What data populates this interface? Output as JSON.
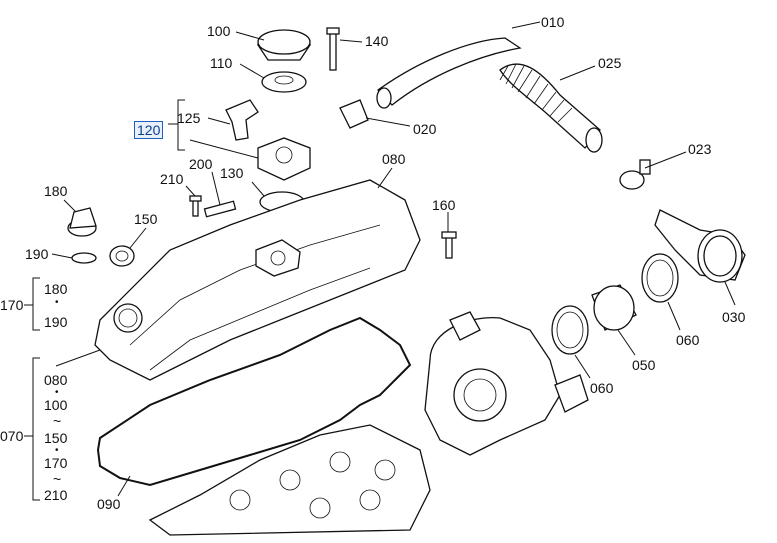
{
  "diagram": {
    "highlight_color": "#1f5fbf",
    "callouts": {
      "p010": "010",
      "p025": "025",
      "p023": "023",
      "p030": "030",
      "p060a": "060",
      "p060b": "060",
      "p050": "050",
      "p020": "020",
      "p140": "140",
      "p100": "100",
      "p110": "110",
      "p120": "120",
      "p125": "125",
      "p130": "130",
      "p200": "200",
      "p210": "210",
      "p080": "080",
      "p160": "160",
      "p180": "180",
      "p150": "150",
      "p190": "190",
      "p090": "090",
      "g170": "170",
      "g070": "070"
    },
    "group_170": [
      "180",
      "•",
      "190"
    ],
    "group_070": [
      "080",
      "•",
      "100",
      "~",
      "150",
      "•",
      "170",
      "~",
      "210"
    ]
  }
}
